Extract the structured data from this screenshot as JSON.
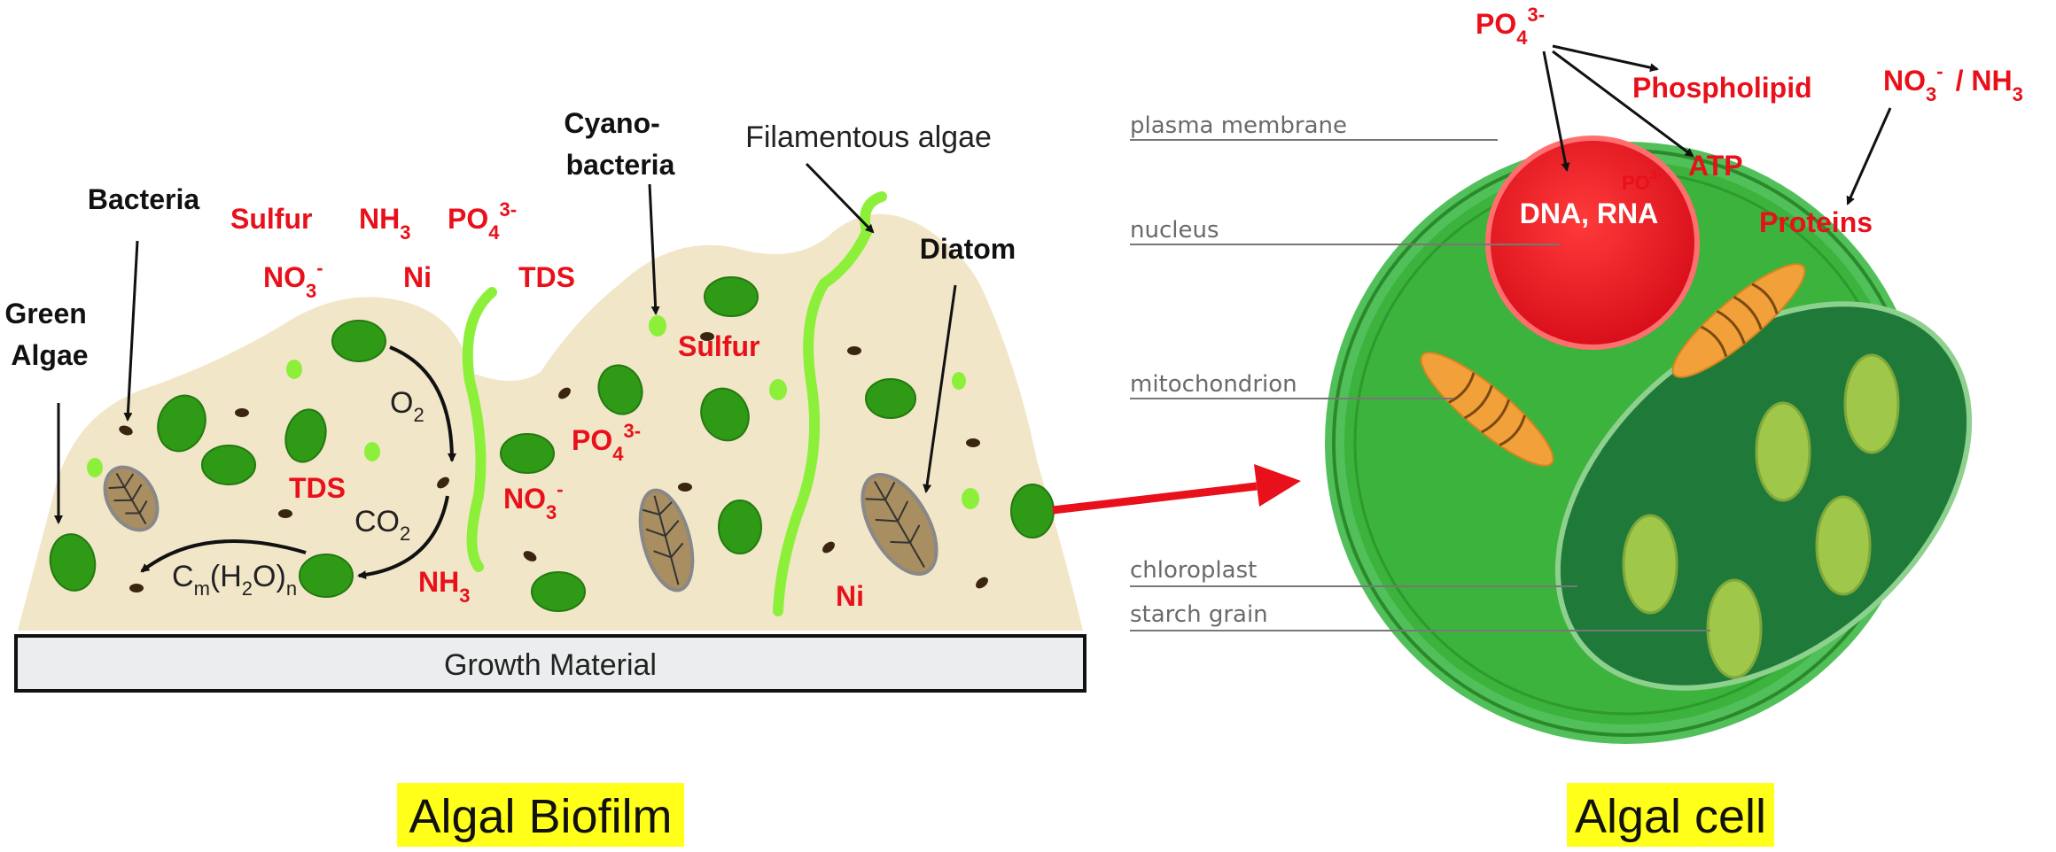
{
  "biofilm": {
    "growth_material": "Growth Material",
    "caption": "Algal Biofilm",
    "organisms": {
      "green_algae": [
        "Green",
        "Algae"
      ],
      "bacteria": "Bacteria",
      "cyanobacteria": [
        "Cyano-",
        "bacteria"
      ],
      "filamentous": "Filamentous algae",
      "diatom": "Diatom"
    },
    "nutrients": {
      "sulfur": "Sulfur",
      "nh3": "NH",
      "po4": "PO",
      "no3": "NO",
      "ni": "Ni",
      "tds": "TDS"
    },
    "cycle": {
      "o2": "O",
      "co2": "CO",
      "carb_c": "C",
      "carb_m": "m",
      "carb_h": "(H",
      "carb_2": "2",
      "carb_o": "O)",
      "carb_n": "n"
    },
    "subs": {
      "three": "3",
      "four": "4",
      "two": "2",
      "po4_charge": "3-",
      "no3_charge": "-"
    }
  },
  "cell": {
    "caption": "Algal cell",
    "parts": {
      "plasma_membrane": "plasma membrane",
      "nucleus": "nucleus",
      "mitochondrion": "mitochondrion",
      "chloroplast": "chloroplast",
      "starch_grain": "starch grain"
    },
    "labels": {
      "po4": "PO",
      "phospholipid": "Phospholipid",
      "atp": "ATP",
      "dna_rna": "DNA, RNA",
      "no3": "NO",
      "nh3": "/ NH",
      "proteins": "Proteins",
      "po4_ghost": "PO"
    }
  },
  "colors": {
    "matrix": "#f2e6c8",
    "alga": "#2f9a16",
    "cyano": "#8cf03a",
    "cell_outer": "#3cb33c",
    "chloroplast": "#1f7a3a",
    "nucleus": "#e8222a",
    "mito": "#f2a13a",
    "label_red": "#e8101a",
    "caption_bg": "#ffff1a"
  }
}
